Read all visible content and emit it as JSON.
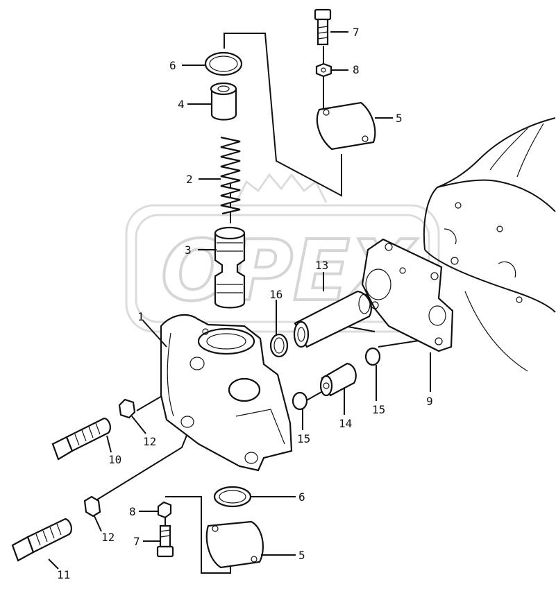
{
  "watermark": {
    "text": "OPEX"
  },
  "labels": [
    {
      "id": "lbl-6-top",
      "text": "6"
    },
    {
      "id": "lbl-4",
      "text": "4"
    },
    {
      "id": "lbl-2",
      "text": "2"
    },
    {
      "id": "lbl-3",
      "text": "3"
    },
    {
      "id": "lbl-7-top",
      "text": "7"
    },
    {
      "id": "lbl-8-top",
      "text": "8"
    },
    {
      "id": "lbl-5-top",
      "text": "5"
    },
    {
      "id": "lbl-13",
      "text": "13"
    },
    {
      "id": "lbl-16",
      "text": "16"
    },
    {
      "id": "lbl-1",
      "text": "1"
    },
    {
      "id": "lbl-9",
      "text": "9"
    },
    {
      "id": "lbl-15-right",
      "text": "15"
    },
    {
      "id": "lbl-15-left",
      "text": "15"
    },
    {
      "id": "lbl-14",
      "text": "14"
    },
    {
      "id": "lbl-12-top",
      "text": "12"
    },
    {
      "id": "lbl-10",
      "text": "10"
    },
    {
      "id": "lbl-12-bot",
      "text": "12"
    },
    {
      "id": "lbl-6-bot",
      "text": "6"
    },
    {
      "id": "lbl-8-bot",
      "text": "8"
    },
    {
      "id": "lbl-7-bot",
      "text": "7"
    },
    {
      "id": "lbl-5-bot",
      "text": "5"
    },
    {
      "id": "lbl-11",
      "text": "11"
    }
  ]
}
